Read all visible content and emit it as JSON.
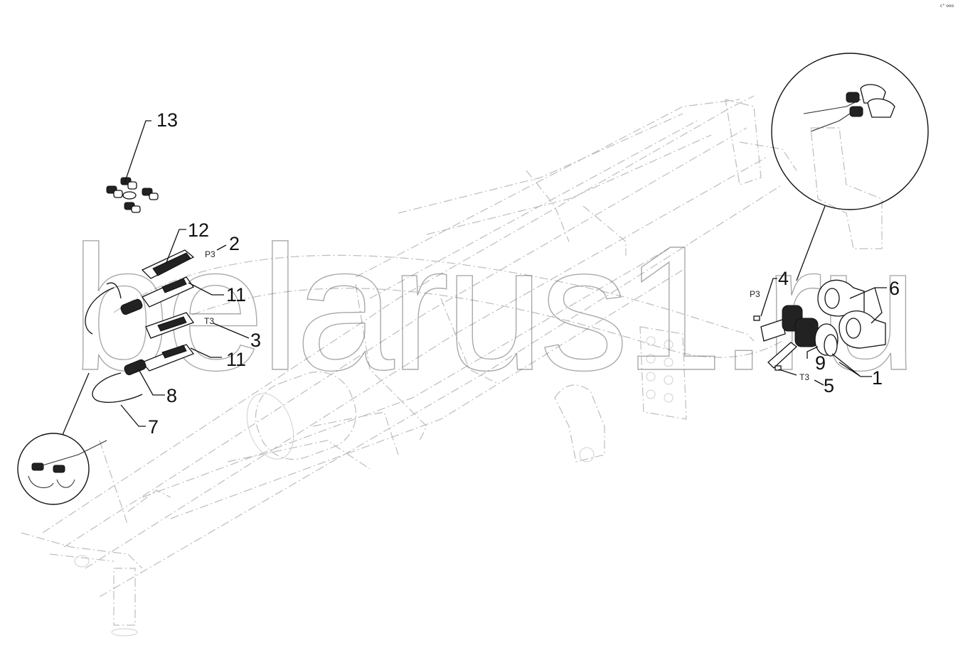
{
  "diagram": {
    "watermark": "belarus1.ru",
    "corner_text": "c° ooo",
    "callouts": [
      "13",
      "12",
      "2",
      "11",
      "3",
      "11",
      "8",
      "7",
      "4",
      "6",
      "9",
      "5",
      "1"
    ],
    "small_labels": [
      "P3",
      "T3",
      "P3",
      "T3"
    ]
  }
}
